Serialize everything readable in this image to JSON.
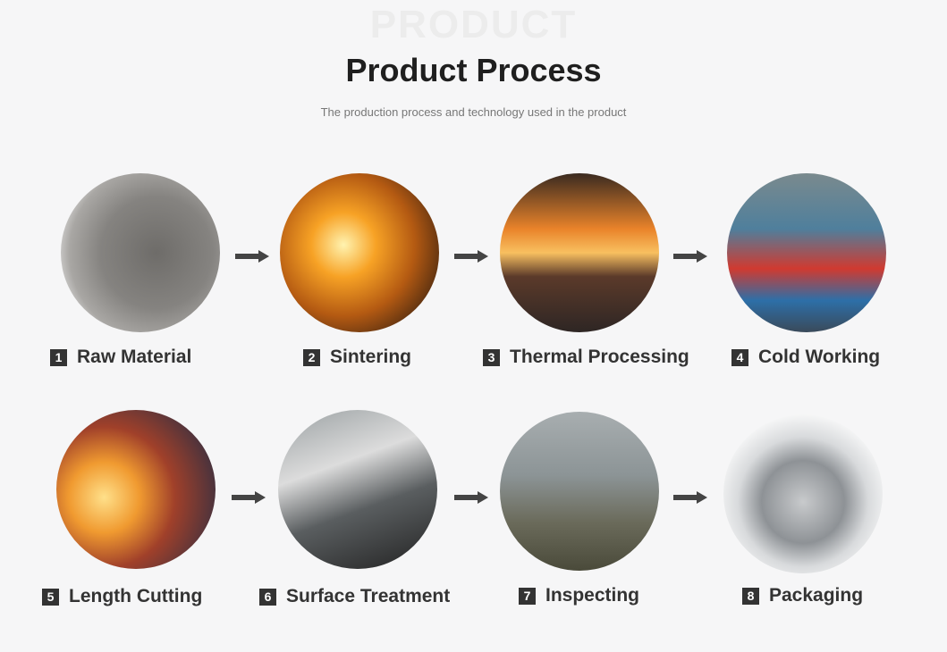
{
  "header": {
    "watermark": "PRODUCT",
    "title": "Product Process",
    "subtitle": "The production process and technology used in the product"
  },
  "steps": [
    {
      "num": "1",
      "label": "Raw Material"
    },
    {
      "num": "2",
      "label": "Sintering"
    },
    {
      "num": "3",
      "label": "Thermal Processing"
    },
    {
      "num": "4",
      "label": "Cold Working"
    },
    {
      "num": "5",
      "label": "Length Cutting"
    },
    {
      "num": "6",
      "label": "Surface Treatment"
    },
    {
      "num": "7",
      "label": "Inspecting"
    },
    {
      "num": "8",
      "label": "Packaging"
    }
  ],
  "colors": {
    "arrow": "#444444",
    "badge": "#333333"
  }
}
